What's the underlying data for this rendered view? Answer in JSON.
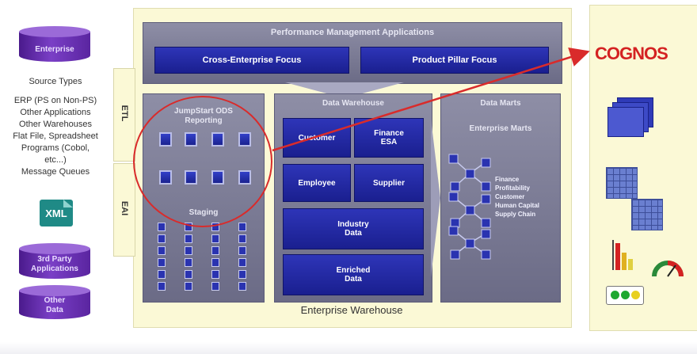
{
  "sources": {
    "enterprise_label": "Enterprise",
    "source_types_title": "Source Types",
    "source_types": [
      "ERP (PS on Non-PS)",
      "Other Applications",
      "Other Warehouses",
      "Flat File, Spreadsheet",
      "Programs (Cobol,",
      "etc...)",
      "Message Queues"
    ],
    "xml_label": "XML",
    "third_party_line1": "3rd Party",
    "third_party_line2": "Applications",
    "other_data_line1": "Other",
    "other_data_line2": "Data"
  },
  "integration": {
    "etl_label": "ETL",
    "eai_label": "EAI"
  },
  "performance": {
    "title": "Performance Management Applications",
    "cross_enterprise": "Cross-Enterprise Focus",
    "product_pillar": "Product Pillar Focus"
  },
  "ods": {
    "title_line1": "JumpStart ODS",
    "title_line2": "Reporting",
    "staging": "Staging"
  },
  "warehouse": {
    "title": "Data Warehouse",
    "customer": "Customer",
    "finance_esa_line1": "Finance",
    "finance_esa_line2": "ESA",
    "employee": "Employee",
    "supplier": "Supplier",
    "industry_line1": "Industry",
    "industry_line2": "Data",
    "enriched_line1": "Enriched",
    "enriched_line2": "Data",
    "enterprise_warehouse": "Enterprise Warehouse"
  },
  "marts": {
    "title": "Data Marts",
    "subtitle": "Enterprise Marts",
    "items": [
      "Finance",
      "Profitability",
      "Customer",
      "Human Capital",
      "Supply Chain"
    ]
  },
  "vendor": {
    "logo_text": "COGNOS"
  },
  "colors": {
    "cylinder": "#5a25a0",
    "frame": "#fbf9d6",
    "block_blue": "#1f2599",
    "highlight_red": "#d92b2b"
  }
}
